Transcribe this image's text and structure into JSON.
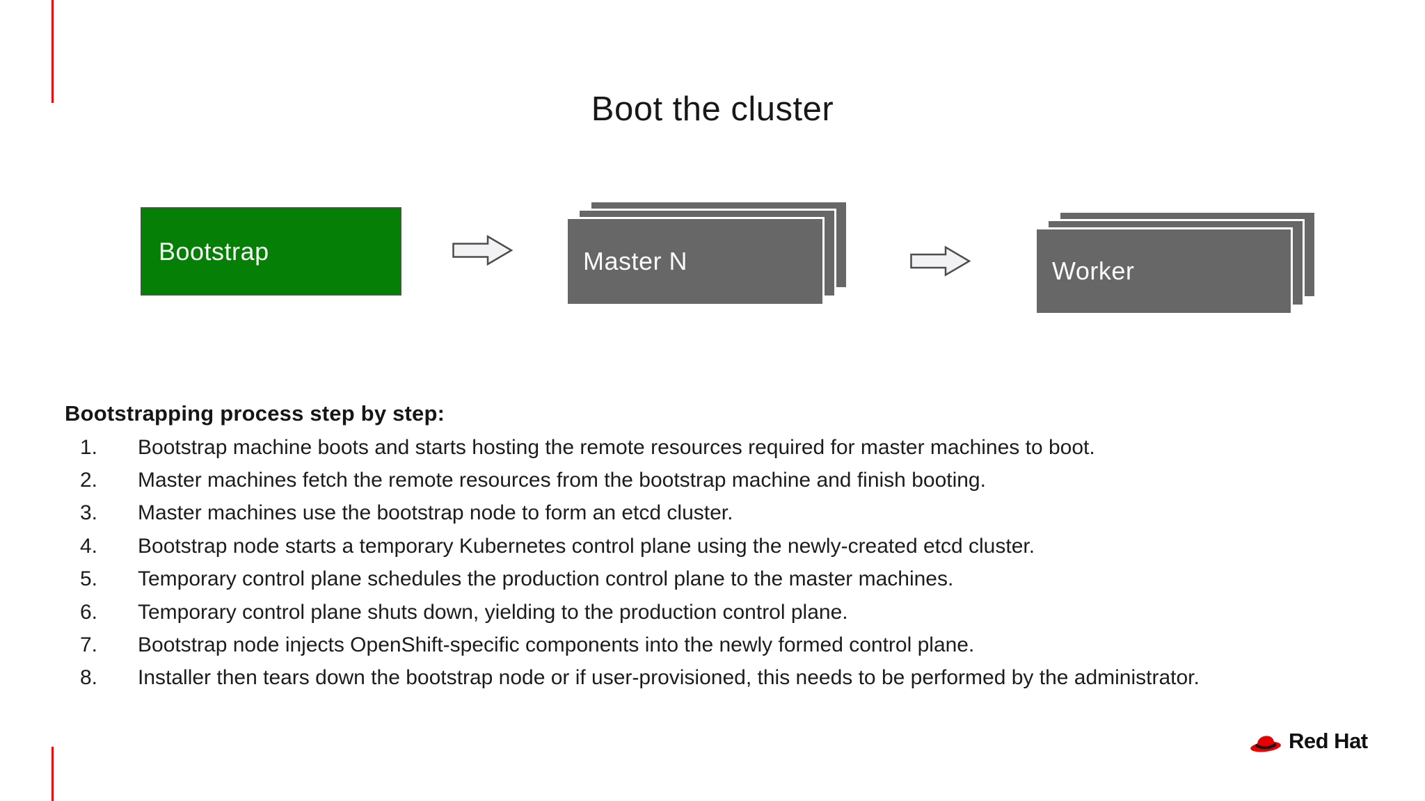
{
  "slide": {
    "title": "Boot the cluster"
  },
  "diagram": {
    "nodes": [
      {
        "label": "Bootstrap",
        "type": "single",
        "color": "#067f06"
      },
      {
        "label": "Master N",
        "type": "stacked",
        "color": "#676767"
      },
      {
        "label": "Worker",
        "type": "stacked",
        "color": "#676767"
      }
    ],
    "arrow_fill": "#f2f2f4",
    "arrow_border": "#4c4c4c"
  },
  "process": {
    "heading": "Bootstrapping process step by step:",
    "steps": [
      {
        "n": "1.",
        "text": "Bootstrap machine boots and starts hosting the remote resources required for master machines to boot."
      },
      {
        "n": "2.",
        "text": "Master machines fetch the remote resources from the bootstrap machine and finish booting."
      },
      {
        "n": "3.",
        "text": "Master machines use the bootstrap node to form an etcd cluster."
      },
      {
        "n": "4.",
        "text": "Bootstrap node starts a temporary Kubernetes control plane using the newly-created etcd cluster."
      },
      {
        "n": "5.",
        "text": "Temporary control plane schedules the production control plane to the master machines."
      },
      {
        "n": "6.",
        "text": "Temporary control plane shuts down, yielding to the production control plane."
      },
      {
        "n": "7.",
        "text": "Bootstrap node injects OpenShift-specific components into the newly formed control plane."
      },
      {
        "n": "8.",
        "text": "Installer then tears down the bootstrap node or if user-provisioned, this needs to be performed by the administrator."
      }
    ]
  },
  "footer": {
    "brand": "Red Hat"
  },
  "colors": {
    "accent_red": "#e90000",
    "node_green": "#067f06",
    "node_gray": "#676767",
    "text": "#1c1c1c"
  }
}
